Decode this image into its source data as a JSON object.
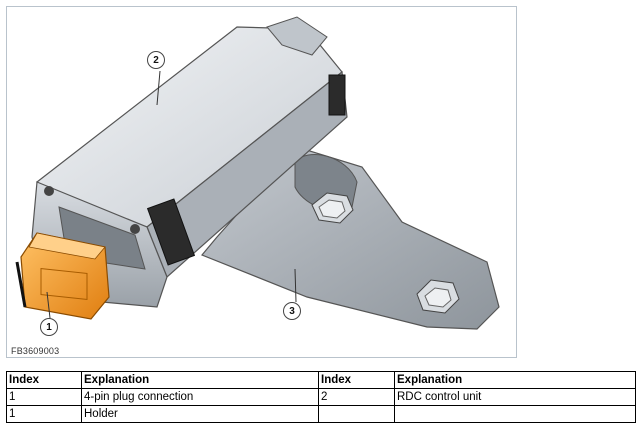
{
  "figure": {
    "id_label": "FB3609003",
    "callouts": [
      "1",
      "2",
      "3"
    ],
    "colors": {
      "plug": "#f0951c",
      "housing": "#c9ced4",
      "bracket": "#a7adb4",
      "border": "#b9c3cc"
    }
  },
  "legend": {
    "headers": [
      "Index",
      "Explanation",
      "Index",
      "Explanation"
    ],
    "rows": [
      [
        "1",
        "4-pin plug connection",
        "2",
        "RDC control unit"
      ],
      [
        "1",
        "Holder",
        "",
        ""
      ]
    ]
  }
}
